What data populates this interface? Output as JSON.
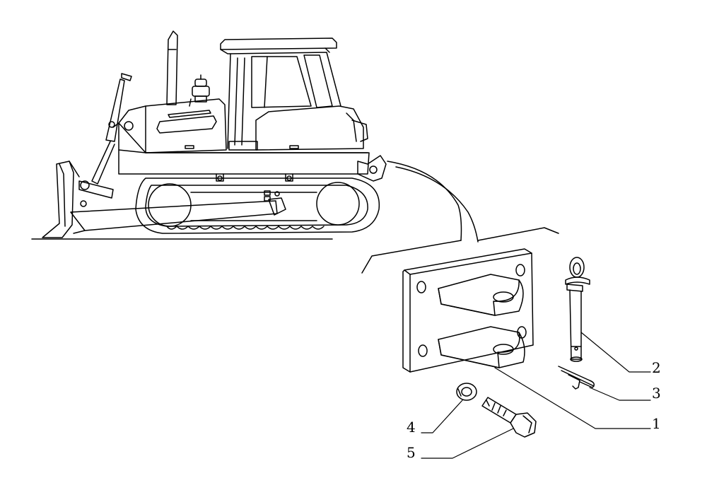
{
  "colors": {
    "line": "#000000",
    "background": "#ffffff"
  },
  "callouts": {
    "c1": "1",
    "c2": "2",
    "c3": "3",
    "c4": "4",
    "c5": "5"
  }
}
